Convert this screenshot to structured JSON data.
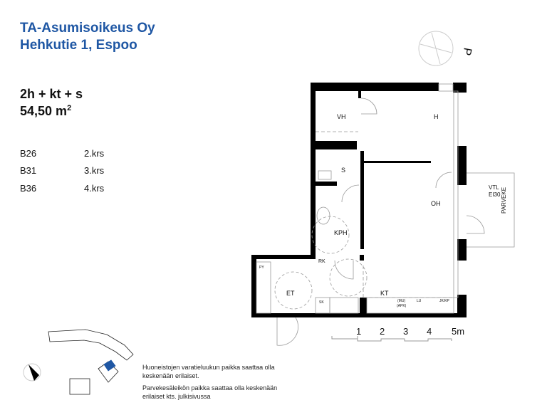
{
  "header": {
    "company": "TA-Asumisoikeus Oy",
    "address": "Hehkutie 1, Espoo"
  },
  "apartment": {
    "type": "2h + kt + s",
    "area": "54,50 m",
    "area_sup": "2"
  },
  "units": [
    {
      "id": "B26",
      "floor": "2.krs"
    },
    {
      "id": "B31",
      "floor": "3.krs"
    },
    {
      "id": "B36",
      "floor": "4.krs"
    }
  ],
  "compass_label": "P",
  "rooms": {
    "vh": "VH",
    "h": "H",
    "s": "S",
    "oh": "OH",
    "kph": "KPH",
    "et": "ET",
    "kt": "KT",
    "rk": "RK",
    "py": "PY",
    "sk": "SK",
    "mu": "(MU)",
    "apk": "(APK)",
    "lu": "LU",
    "jkkp": "JK/KP",
    "vtl": "VTL",
    "ei30": "EI30",
    "parveke": "PARVEKE"
  },
  "scale": {
    "ticks": [
      "1",
      "2",
      "3",
      "4",
      "5m"
    ]
  },
  "notes": [
    "Huoneistojen varatieluukun paikka saattaa olla keskenään erilaiset.",
    "Parvekesäleikön paikka saattaa olla keskenään erilaiset kts. julkisivussa"
  ],
  "colors": {
    "brand": "#1f57a4"
  }
}
